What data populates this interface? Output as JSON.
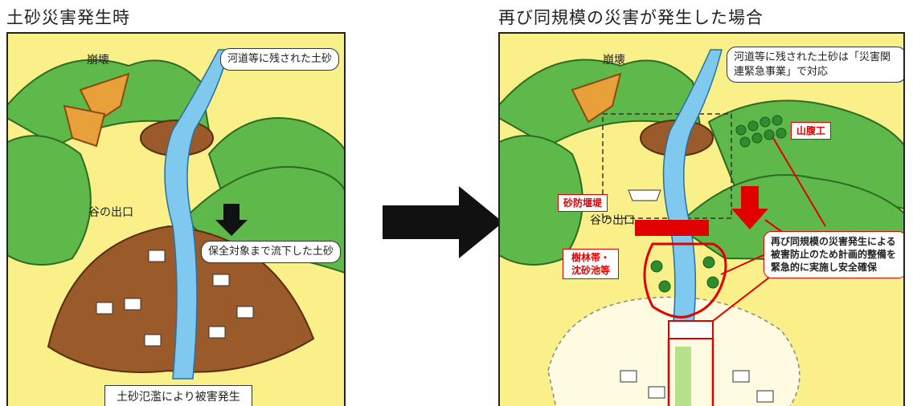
{
  "left": {
    "heading": "土砂災害発生時",
    "label_collapse": "崩壊",
    "label_valley_exit": "谷の出口",
    "callout_river_sediment": "河道等に残された土砂",
    "callout_flowed_sediment": "保全対象まで流下した土砂",
    "caption_damage": "土砂氾濫により被害発生"
  },
  "right": {
    "heading": "再び同規模の災害が発生した場合",
    "label_collapse": "崩壊",
    "label_valley_exit": "谷の出口",
    "callout_emergency_project": "河道等に残された土砂は「災害関連緊急事業」で対応",
    "label_hillside_works": "山腹工",
    "label_sabo_dam": "砂防堰堤",
    "label_forest_belt": "樹林帯・沈砂池等",
    "note_measures": "再び同規模の災害発生による被害防止のため計画的整備を緊急的に実施し安全確保"
  },
  "colors": {
    "panel_bg": "#faf08a",
    "mountain": "#5fb84a",
    "river": "#7fc8ee",
    "sediment": "#9a5a2a",
    "accent_red": "#e10000"
  }
}
